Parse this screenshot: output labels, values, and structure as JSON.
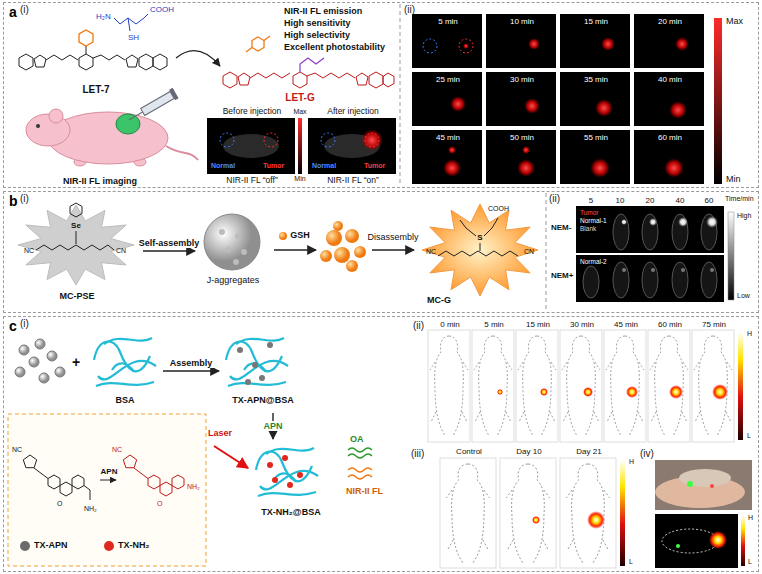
{
  "diagram": {
    "nodes": [
      {
        "text": [
          "a"
        ]
      },
      {
        "text": [
          "Before injection",
          "Normal",
          "Tumor",
          "NIR-II FL “off”"
        ],
        "in": 0
      },
      {
        "text": [
          "After injection",
          "Normal",
          "Tumor",
          "NIR-II FL “on”"
        ],
        "in": 0
      },
      {
        "text": [
          "5 min"
        ],
        "in": 0
      },
      {
        "text": [
          "10 min"
        ],
        "in": 0
      },
      {
        "text": [
          "15 min"
        ],
        "in": 0
      },
      {
        "text": [
          "20 min"
        ],
        "in": 0
      },
      {
        "text": [
          "25 min"
        ],
        "in": 0
      },
      {
        "text": [
          "30 min"
        ],
        "in": 0
      },
      {
        "text": [
          "35 min"
        ],
        "in": 0
      },
      {
        "text": [
          "40 min"
        ],
        "in": 0
      },
      {
        "text": [
          "45 min"
        ],
        "in": 0
      },
      {
        "text": [
          "50 min"
        ],
        "in": 0
      },
      {
        "text": [
          "55 min"
        ],
        "in": 0
      },
      {
        "text": [
          "60 min"
        ],
        "in": 0
      },
      {
        "text": [
          "b"
        ]
      },
      {
        "text": [
          "MC-PSE"
        ],
        "in": 15
      },
      {
        "text": [
          "J-aggregates"
        ],
        "in": 15
      },
      {
        "text": [
          "MC-G"
        ],
        "in": 15
      },
      {
        "text": [
          "NEM-",
          "Tumor",
          "Normal-1",
          "Blank",
          "NEM+",
          "Normal-2"
        ],
        "in": 15
      },
      {
        "text": [
          "c"
        ]
      },
      {
        "text": [
          "BSA"
        ],
        "in": 20
      },
      {
        "text": [
          "TX-APN@BSA"
        ],
        "in": 20
      },
      {
        "text": [
          "TX-NH₂@BSA"
        ],
        "in": 20
      },
      {
        "text": [
          "0 min"
        ],
        "in": 20
      },
      {
        "text": [
          "5 min"
        ],
        "in": 20
      },
      {
        "text": [
          "15 min"
        ],
        "in": 20
      },
      {
        "text": [
          "30 min"
        ],
        "in": 20
      },
      {
        "text": [
          "45 min"
        ],
        "in": 20
      },
      {
        "text": [
          "60 min"
        ],
        "in": 20
      },
      {
        "text": [
          "75 min"
        ],
        "in": 20
      },
      {
        "text": [
          "Control"
        ],
        "in": 20
      },
      {
        "text": [
          "Day 10"
        ],
        "in": 20
      },
      {
        "text": [
          "Day 21"
        ],
        "in": 20
      }
    ],
    "edges": [
      {
        "from": 16,
        "to": 17,
        "label": "Self-assembly",
        "arrow": "to"
      },
      {
        "from": 21,
        "to": 22,
        "label": "Assembly",
        "arrow": "to"
      },
      {
        "from": 22,
        "to": 23,
        "label": "APN",
        "arrow": "to"
      }
    ],
    "labels": [
      "(i)",
      "(ii)",
      "NIR-II FL emission",
      "High sensitivity",
      "High selectivity",
      "Excellent photostability",
      "COOH",
      "H₂N",
      "SH",
      "LET-7",
      "LET-G",
      "NIR-II FL imaging",
      "Max",
      "Min",
      "Max",
      "Min",
      "(i)",
      "(ii)",
      "Se",
      "NC",
      "CN",
      "GSH",
      "Disassembly",
      "NC",
      "CN",
      "S",
      "COOH",
      "5",
      "10",
      "20",
      "40",
      "60",
      "Time/min",
      "High",
      "Low",
      "(i)",
      "(ii)",
      "(iii)",
      "(iv)",
      "Laser",
      "OA",
      "NIR-II FL",
      "APN",
      "NC",
      "O",
      "NH₂",
      "NC",
      "O",
      "NH₂",
      "H",
      "L",
      "H",
      "L",
      "H",
      "L",
      "+"
    ],
    "legend": [
      {
        "text": "TX-APN",
        "color": "#6b6b6b"
      },
      {
        "text": "TX-NH₂",
        "color": "#e0281e"
      }
    ]
  }
}
